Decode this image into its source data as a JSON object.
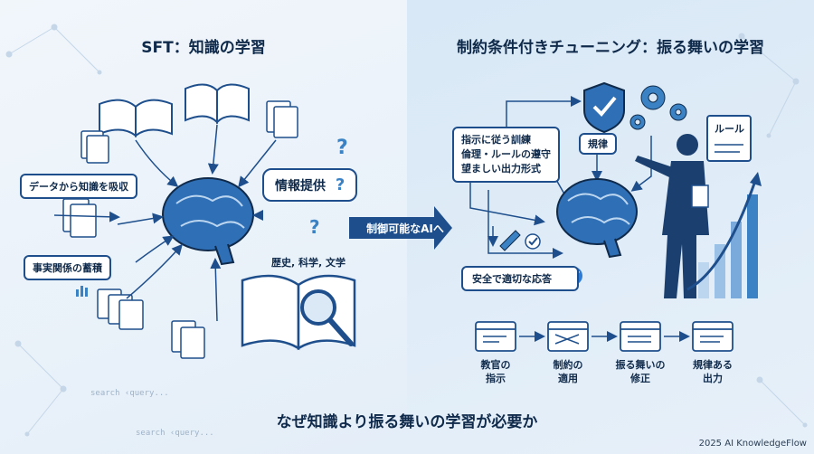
{
  "left": {
    "title": "SFT：知識の学習",
    "label_absorb": "データから知識を吸収",
    "label_info": "情報提供",
    "label_facts": "事実関係の蓄積",
    "label_subjects": "歴史, 科学, 文学",
    "search_1": "search ‹query...",
    "search_2": "search ‹query..."
  },
  "arrow_label": "制御可能なAIへ",
  "right": {
    "title": "制約条件付きチューニング：振る舞いの学習",
    "instructions": [
      "指示に従う訓練",
      "倫理・ルールの遵守",
      "望ましい出力形式"
    ],
    "shield_label": "規律",
    "rule_label": "ルール",
    "safe_label": "安全で適切な応答",
    "steps": [
      {
        "line1": "教官の",
        "line2": "指示"
      },
      {
        "line1": "制約の",
        "line2": "適用"
      },
      {
        "line1": "振る舞いの",
        "line2": "修正"
      },
      {
        "line1": "規律ある",
        "line2": "出力"
      }
    ]
  },
  "bottom_caption": "なぜ知識より振る舞いの学習が必要か",
  "credit": "2025 AI KnowledgeFlow",
  "colors": {
    "primary": "#1e4f8c",
    "brain": "#2f6fb6",
    "accent": "#3b82c4",
    "check": "#2e7bd6"
  }
}
